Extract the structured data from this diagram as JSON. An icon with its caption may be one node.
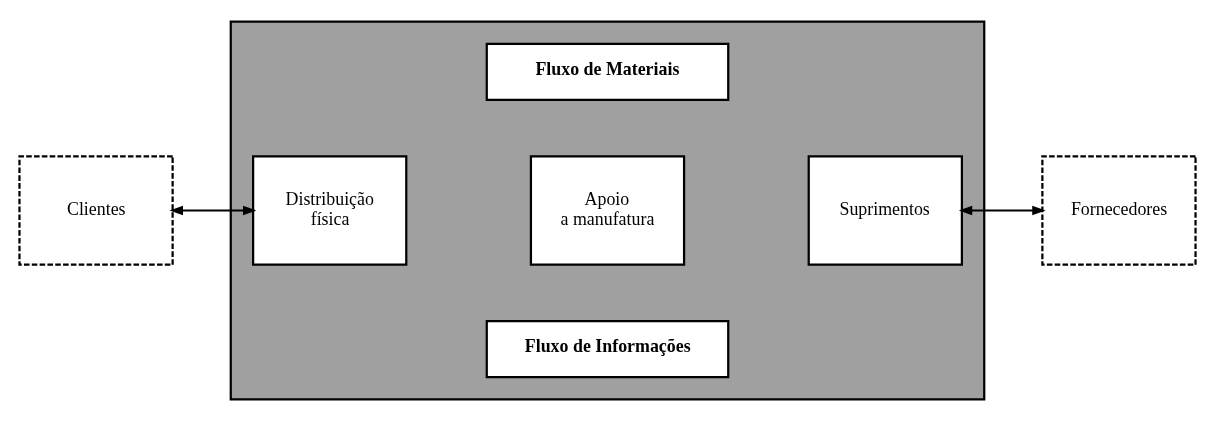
{
  "diagram": {
    "nodes": [
      {
        "text": [],
        "shape": "box"
      },
      {
        "text": [
          "Fluxo de Materiais"
        ],
        "in": 0
      },
      {
        "text": [
          "Clientes"
        ]
      },
      {
        "text": [
          "Distribuição física"
        ],
        "in": 0
      },
      {
        "text": [
          "Apoio a manufatura"
        ],
        "in": 0
      },
      {
        "text": [
          "Suprimentos"
        ],
        "in": 0
      },
      {
        "text": [
          "Fornecedores"
        ]
      },
      {
        "text": [
          "Fluxo de Informações"
        ],
        "in": 0
      }
    ],
    "edges": [
      {
        "from": 2,
        "to": 3,
        "arrow": "both"
      },
      {
        "from": 5,
        "to": 6,
        "arrow": "both"
      }
    ]
  }
}
